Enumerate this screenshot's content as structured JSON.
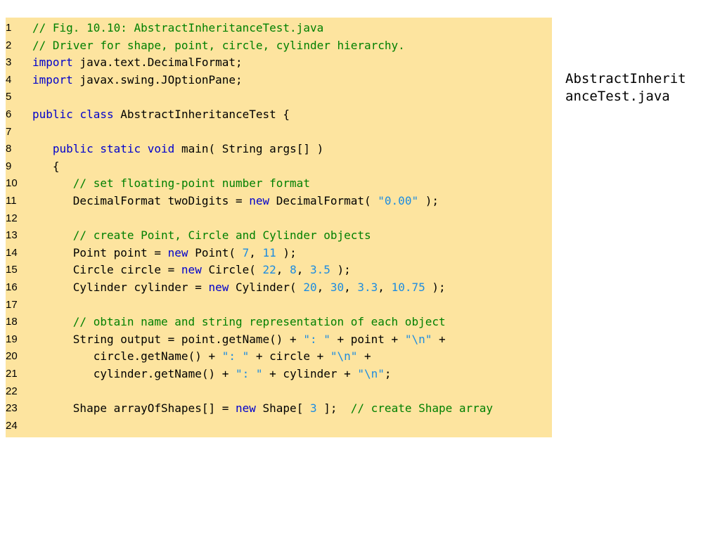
{
  "file_label": {
    "line1": "AbstractInherit",
    "line2": "anceTest.java"
  },
  "colors": {
    "background": "#fde49f",
    "comment": "#008000",
    "keyword": "#0000cc",
    "literal": "#1d8ce0",
    "text": "#000000"
  },
  "code_lines": [
    {
      "n": "1",
      "indent": "",
      "tokens": [
        [
          "comment",
          "// Fig. 10.10: AbstractInheritanceTest.java"
        ]
      ]
    },
    {
      "n": "2",
      "indent": "",
      "tokens": [
        [
          "comment",
          "// Driver for shape, point, circle, cylinder hierarchy."
        ]
      ]
    },
    {
      "n": "3",
      "indent": "",
      "tokens": [
        [
          "keyword",
          "import"
        ],
        [
          "plain",
          " java.text.DecimalFormat;"
        ]
      ]
    },
    {
      "n": "4",
      "indent": "",
      "tokens": [
        [
          "keyword",
          "import"
        ],
        [
          "plain",
          " javax.swing.JOptionPane;"
        ]
      ]
    },
    {
      "n": "5",
      "indent": "",
      "tokens": []
    },
    {
      "n": "6",
      "indent": "",
      "tokens": [
        [
          "keyword",
          "public"
        ],
        [
          "plain",
          " "
        ],
        [
          "keyword",
          "class"
        ],
        [
          "plain",
          " AbstractInheritanceTest {"
        ]
      ]
    },
    {
      "n": "7",
      "indent": "",
      "tokens": []
    },
    {
      "n": "8",
      "indent": "   ",
      "tokens": [
        [
          "keyword",
          "public"
        ],
        [
          "plain",
          " "
        ],
        [
          "keyword",
          "static"
        ],
        [
          "plain",
          " "
        ],
        [
          "keyword",
          "void"
        ],
        [
          "plain",
          " main( String args[] )"
        ]
      ]
    },
    {
      "n": "9",
      "indent": "   ",
      "tokens": [
        [
          "plain",
          "{"
        ]
      ]
    },
    {
      "n": "10",
      "indent": "      ",
      "tokens": [
        [
          "comment",
          "// set floating-point number format"
        ]
      ]
    },
    {
      "n": "11",
      "indent": "      ",
      "tokens": [
        [
          "plain",
          "DecimalFormat twoDigits = "
        ],
        [
          "keyword",
          "new"
        ],
        [
          "plain",
          " DecimalFormat( "
        ],
        [
          "string",
          "\"0.00\""
        ],
        [
          "plain",
          " );"
        ]
      ]
    },
    {
      "n": "12",
      "indent": "",
      "tokens": []
    },
    {
      "n": "13",
      "indent": "      ",
      "tokens": [
        [
          "comment",
          "// create Point, Circle and Cylinder objects"
        ]
      ]
    },
    {
      "n": "14",
      "indent": "      ",
      "tokens": [
        [
          "plain",
          "Point point = "
        ],
        [
          "keyword",
          "new"
        ],
        [
          "plain",
          " Point( "
        ],
        [
          "number",
          "7"
        ],
        [
          "plain",
          ", "
        ],
        [
          "number",
          "11"
        ],
        [
          "plain",
          " );"
        ]
      ]
    },
    {
      "n": "15",
      "indent": "      ",
      "tokens": [
        [
          "plain",
          "Circle circle = "
        ],
        [
          "keyword",
          "new"
        ],
        [
          "plain",
          " Circle( "
        ],
        [
          "number",
          "22"
        ],
        [
          "plain",
          ", "
        ],
        [
          "number",
          "8"
        ],
        [
          "plain",
          ", "
        ],
        [
          "number",
          "3.5"
        ],
        [
          "plain",
          " );"
        ]
      ]
    },
    {
      "n": "16",
      "indent": "      ",
      "tokens": [
        [
          "plain",
          "Cylinder cylinder = "
        ],
        [
          "keyword",
          "new"
        ],
        [
          "plain",
          " Cylinder( "
        ],
        [
          "number",
          "20"
        ],
        [
          "plain",
          ", "
        ],
        [
          "number",
          "30"
        ],
        [
          "plain",
          ", "
        ],
        [
          "number",
          "3.3"
        ],
        [
          "plain",
          ", "
        ],
        [
          "number",
          "10.75"
        ],
        [
          "plain",
          " );"
        ]
      ]
    },
    {
      "n": "17",
      "indent": "",
      "tokens": []
    },
    {
      "n": "18",
      "indent": "      ",
      "tokens": [
        [
          "comment",
          "// obtain name and string representation of each object"
        ]
      ]
    },
    {
      "n": "19",
      "indent": "      ",
      "tokens": [
        [
          "plain",
          "String output = point.getName() + "
        ],
        [
          "string",
          "\": \""
        ],
        [
          "plain",
          " + point + "
        ],
        [
          "string",
          "\"\\n\""
        ],
        [
          "plain",
          " +"
        ]
      ]
    },
    {
      "n": "20",
      "indent": "         ",
      "tokens": [
        [
          "plain",
          "circle.getName() + "
        ],
        [
          "string",
          "\": \""
        ],
        [
          "plain",
          " + circle + "
        ],
        [
          "string",
          "\"\\n\""
        ],
        [
          "plain",
          " +"
        ]
      ]
    },
    {
      "n": "21",
      "indent": "         ",
      "tokens": [
        [
          "plain",
          "cylinder.getName() + "
        ],
        [
          "string",
          "\": \""
        ],
        [
          "plain",
          " + cylinder + "
        ],
        [
          "string",
          "\"\\n\""
        ],
        [
          "plain",
          ";"
        ]
      ]
    },
    {
      "n": "22",
      "indent": "",
      "tokens": []
    },
    {
      "n": "23",
      "indent": "      ",
      "tokens": [
        [
          "plain",
          "Shape arrayOfShapes[] = "
        ],
        [
          "keyword",
          "new"
        ],
        [
          "plain",
          " Shape[ "
        ],
        [
          "number",
          "3"
        ],
        [
          "plain",
          " ];  "
        ],
        [
          "comment",
          "// create Shape array"
        ]
      ]
    },
    {
      "n": "24",
      "indent": "",
      "tokens": []
    }
  ]
}
